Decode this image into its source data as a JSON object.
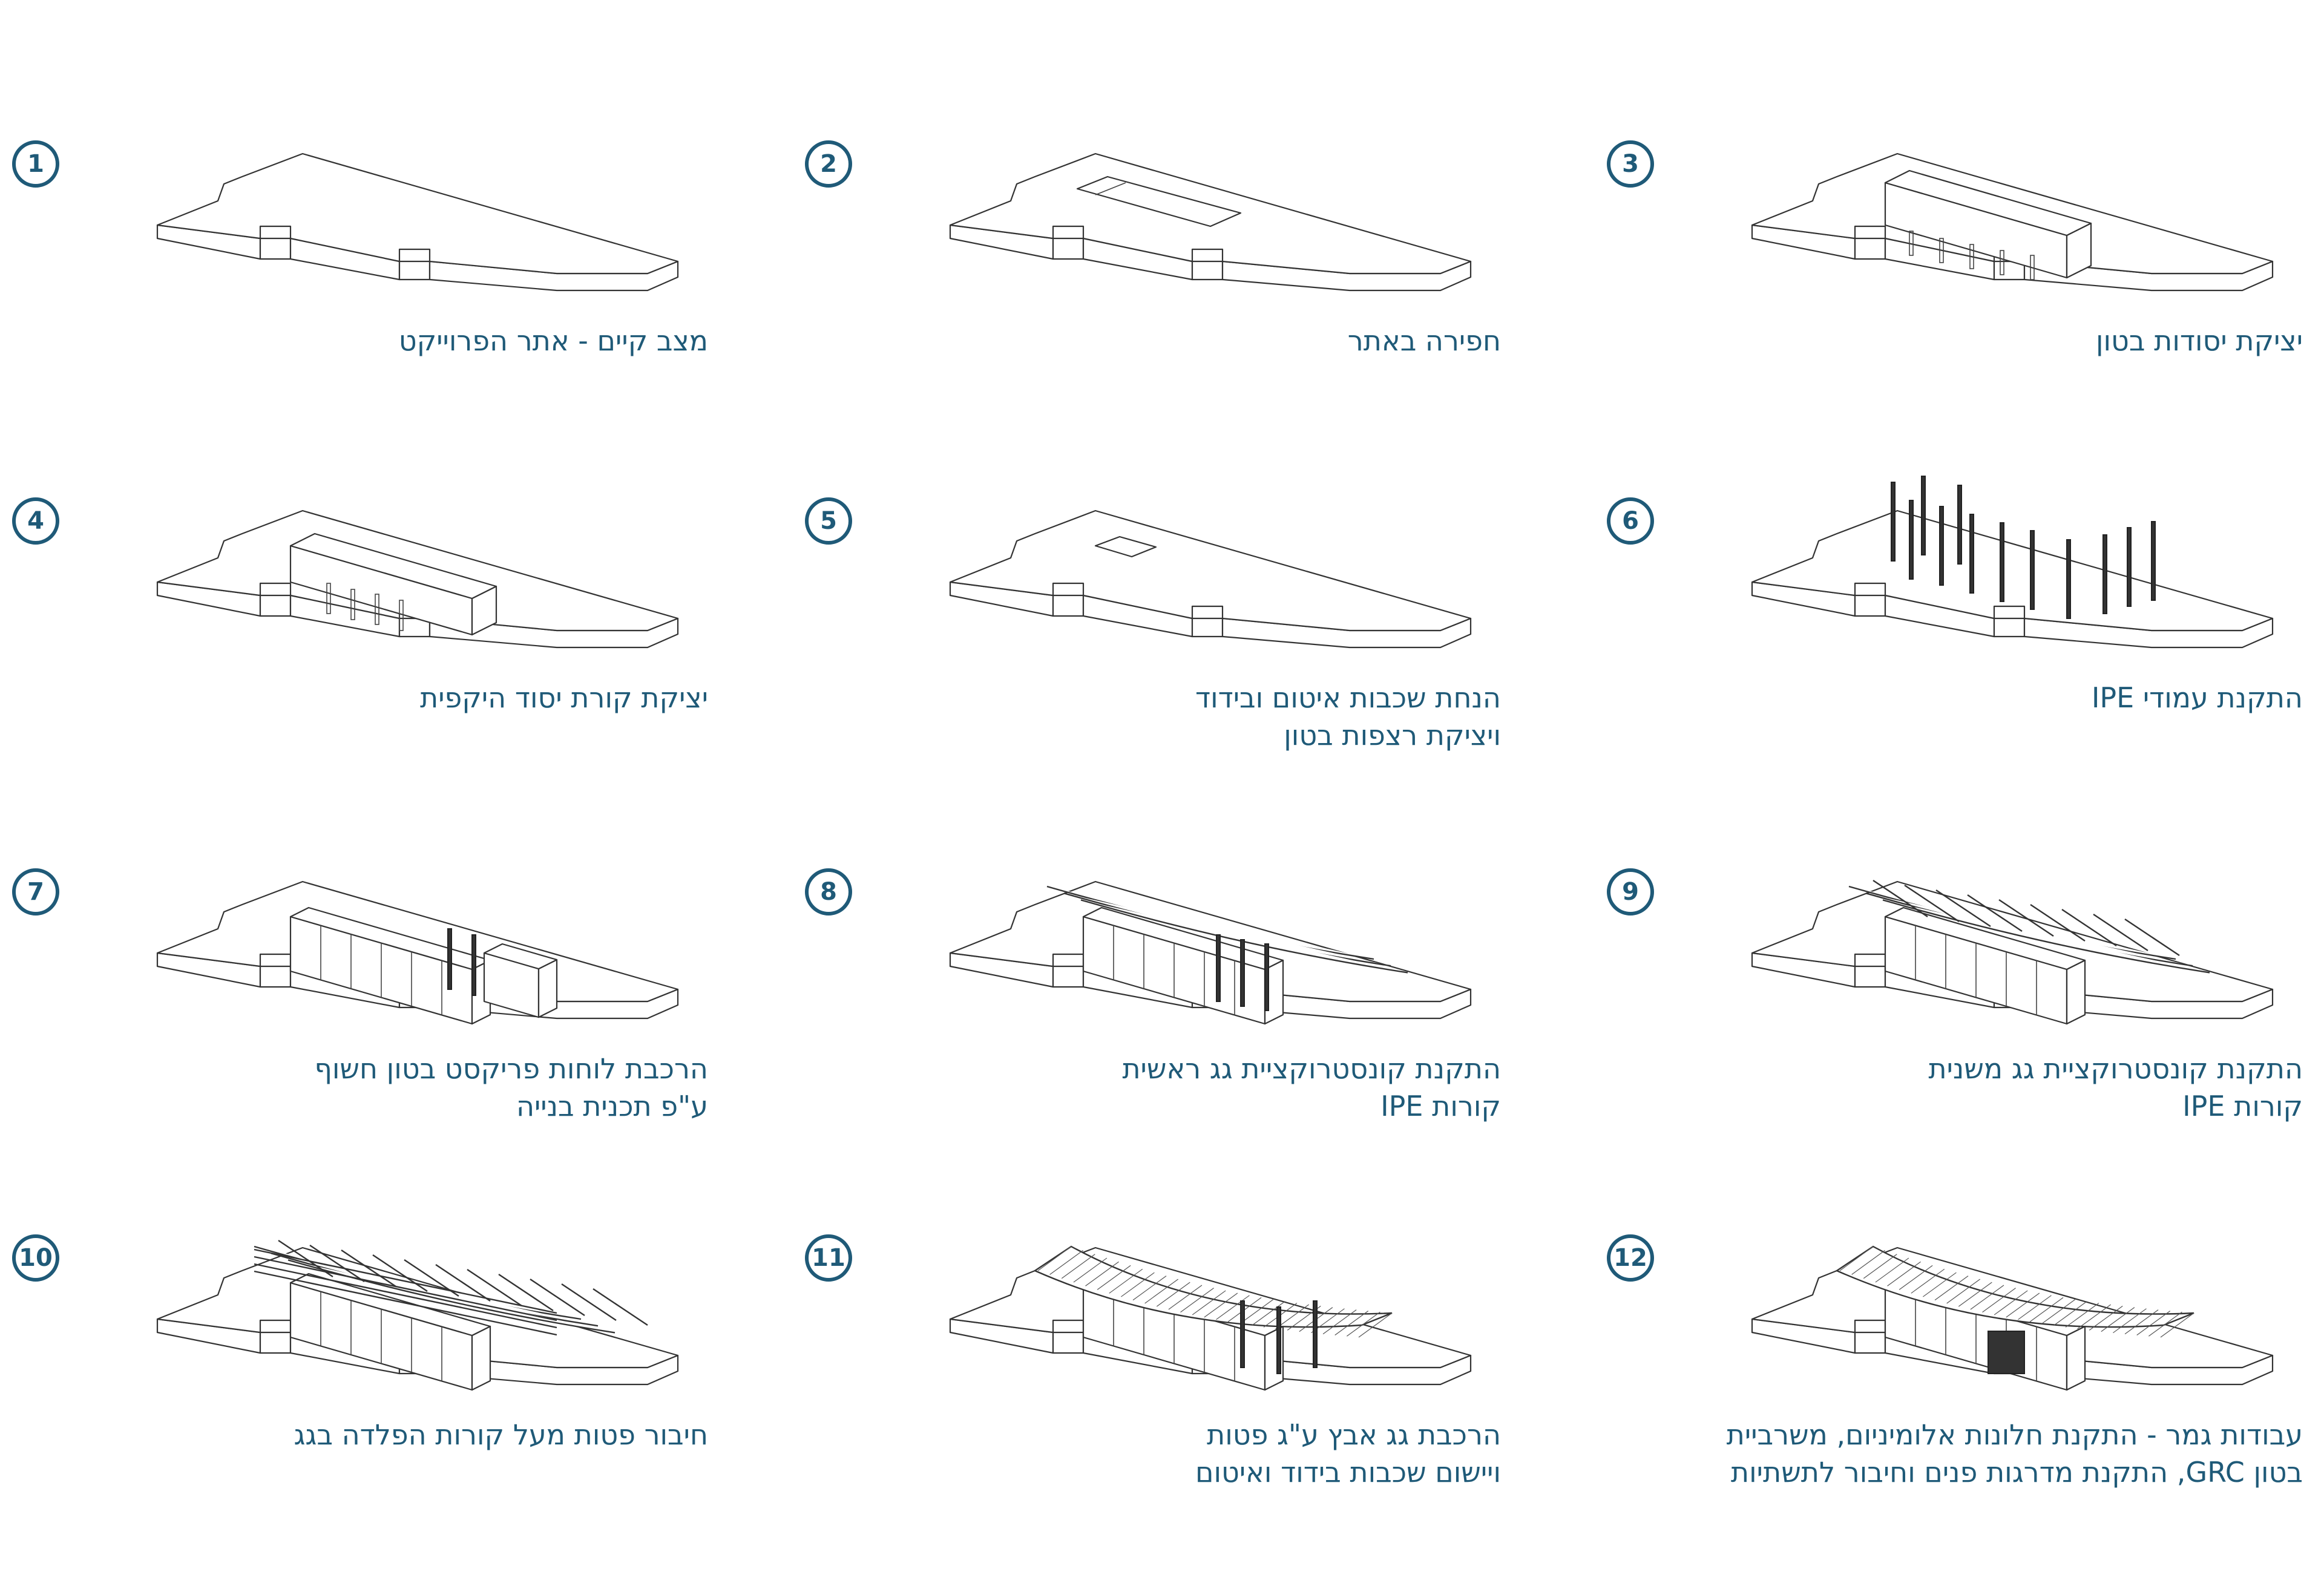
{
  "accent_color": "#1f5a78",
  "steps": [
    {
      "number": "1",
      "caption_lines": [
        "מצב קיים - אתר הפרוייקט"
      ],
      "stage": "site"
    },
    {
      "number": "2",
      "caption_lines": [
        "חפירה באתר"
      ],
      "stage": "excavation"
    },
    {
      "number": "3",
      "caption_lines": [
        "יציקת יסודות בטון"
      ],
      "stage": "foundations"
    },
    {
      "number": "4",
      "caption_lines": [
        "יציקת קורת יסוד היקפית"
      ],
      "stage": "ring-beam"
    },
    {
      "number": "5",
      "caption_lines": [
        "הנחת שכבות איטום ובידוד",
        "ויציקת רצפות בטון"
      ],
      "stage": "floor"
    },
    {
      "number": "6",
      "caption_lines": [
        "התקנת עמודי IPE"
      ],
      "stage": "columns"
    },
    {
      "number": "7",
      "caption_lines": [
        "הרכבת לוחות פריקסט בטון חשוף",
        "ע\"פ תכנית בנייה"
      ],
      "stage": "precast"
    },
    {
      "number": "8",
      "caption_lines": [
        "התקנת קונסטרוקציית גג ראשית",
        "קורות IPE"
      ],
      "stage": "main-roof"
    },
    {
      "number": "9",
      "caption_lines": [
        "התקנת קונסטרוקציית גג משנית",
        "קורות IPE"
      ],
      "stage": "secondary-roof"
    },
    {
      "number": "10",
      "caption_lines": [
        "חיבור פטות מעל קורות הפלדה בגג"
      ],
      "stage": "purlins"
    },
    {
      "number": "11",
      "caption_lines": [
        "הרכבת גג אבץ ע\"ג פטות",
        "ויישום שכבות בידוד ואיטום"
      ],
      "stage": "zinc-roof"
    },
    {
      "number": "12",
      "caption_lines": [
        "עבודות גמר - התקנת חלונות אלומיניום, משרביית",
        "בטון GRC, התקנת מדרגות פנים וחיבור לתשתיות"
      ],
      "stage": "finish"
    }
  ]
}
